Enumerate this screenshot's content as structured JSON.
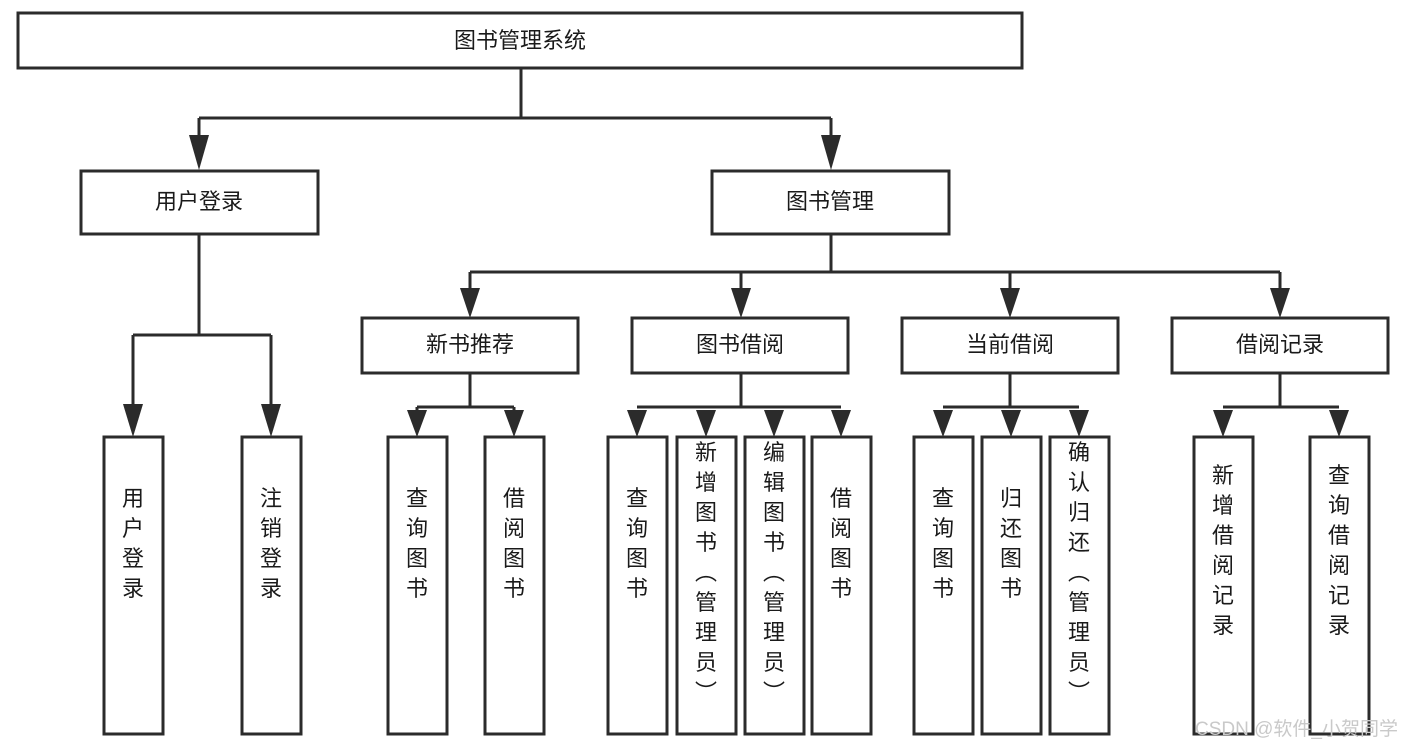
{
  "diagram": {
    "type": "hierarchy-tree",
    "title": "图书管理系统",
    "levels": 4,
    "orientation": "top-down",
    "style": {
      "box_fill": "#ffffff",
      "box_stroke": "#2b2b2b",
      "connector_color": "#2b2b2b",
      "text_color": "#1a1a1a",
      "background": "#ffffff"
    },
    "root": {
      "id": "root",
      "label": "图书管理系统",
      "orientation": "horizontal"
    },
    "level2": [
      {
        "id": "user-login",
        "label": "用户登录",
        "orientation": "horizontal"
      },
      {
        "id": "book-manage",
        "label": "图书管理",
        "orientation": "horizontal"
      }
    ],
    "level3": [
      {
        "id": "new-book-recommend",
        "label": "新书推荐",
        "orientation": "horizontal",
        "parent": "book-manage"
      },
      {
        "id": "book-borrow",
        "label": "图书借阅",
        "orientation": "horizontal",
        "parent": "book-manage"
      },
      {
        "id": "current-borrow",
        "label": "当前借阅",
        "orientation": "horizontal",
        "parent": "book-manage"
      },
      {
        "id": "borrow-record",
        "label": "借阅记录",
        "orientation": "horizontal",
        "parent": "book-manage"
      }
    ],
    "leaves": [
      {
        "id": "leaf-user-login",
        "label": "用户登录",
        "orientation": "vertical",
        "parent": "user-login"
      },
      {
        "id": "leaf-logout",
        "label": "注销登录",
        "orientation": "vertical",
        "parent": "user-login"
      },
      {
        "id": "leaf-query-book-1",
        "label": "查询图书",
        "orientation": "vertical",
        "parent": "new-book-recommend"
      },
      {
        "id": "leaf-borrow-book-1",
        "label": "借阅图书",
        "orientation": "vertical",
        "parent": "new-book-recommend"
      },
      {
        "id": "leaf-query-book-2",
        "label": "查询图书",
        "orientation": "vertical",
        "parent": "book-borrow"
      },
      {
        "id": "leaf-add-book",
        "label": "新增图书（管理员）",
        "orientation": "vertical",
        "parent": "book-borrow"
      },
      {
        "id": "leaf-edit-book",
        "label": "编辑图书（管理员）",
        "orientation": "vertical",
        "parent": "book-borrow"
      },
      {
        "id": "leaf-borrow-book-2",
        "label": "借阅图书",
        "orientation": "vertical",
        "parent": "book-borrow"
      },
      {
        "id": "leaf-query-book-3",
        "label": "查询图书",
        "orientation": "vertical",
        "parent": "current-borrow"
      },
      {
        "id": "leaf-return-book",
        "label": "归还图书",
        "orientation": "vertical",
        "parent": "current-borrow"
      },
      {
        "id": "leaf-confirm-return",
        "label": "确认归还（管理员）",
        "orientation": "vertical",
        "parent": "current-borrow"
      },
      {
        "id": "leaf-add-record",
        "label": "新增借阅记录",
        "orientation": "vertical",
        "parent": "borrow-record"
      },
      {
        "id": "leaf-query-record",
        "label": "查询借阅记录",
        "orientation": "vertical",
        "parent": "borrow-record"
      }
    ]
  },
  "watermark": {
    "text": "CSDN @软件_小贺同学"
  }
}
